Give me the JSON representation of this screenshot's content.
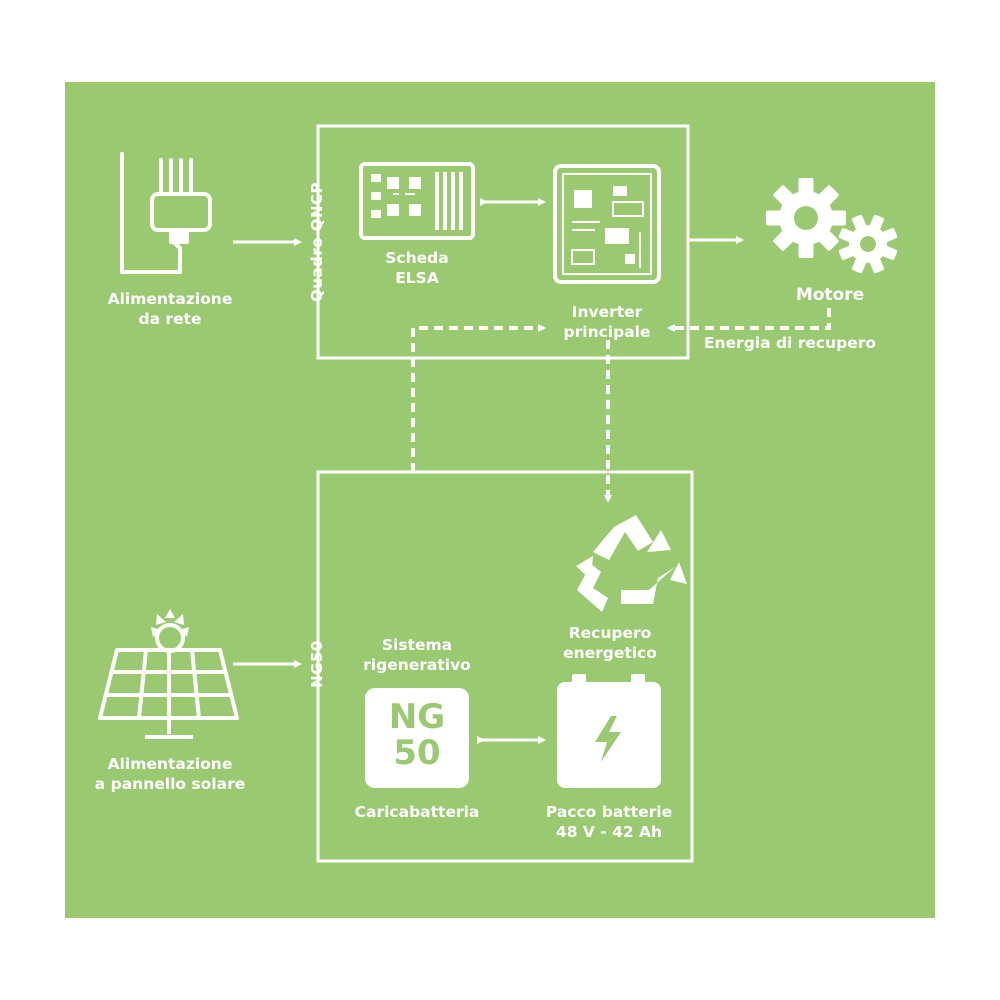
{
  "colors": {
    "background": "#9ac972",
    "line": "#ffffff"
  },
  "nodes": {
    "grid_power": {
      "line1": "Alimentazione",
      "line2": "da rete",
      "icon": "plug-icon"
    },
    "solar_power": {
      "line1": "Alimentazione",
      "line2": "a pannello solare",
      "icon": "solar-panel-icon"
    },
    "elsa_board": {
      "line1": "Scheda",
      "line2": "ELSA",
      "icon": "circuit-board-icon"
    },
    "main_inverter": {
      "line1": "Inverter",
      "line2": "principale",
      "icon": "inverter-icon"
    },
    "motor": {
      "label": "Motore",
      "icon": "gears-icon"
    },
    "energy_recovery": {
      "line1": "Recupero",
      "line2": "energetico",
      "icon": "recycle-icon"
    },
    "regen_system": {
      "line1": "Sistema",
      "line2": "rigenerativo"
    },
    "charger": {
      "label": "Caricabatteria",
      "badge_line1": "NG",
      "badge_line2": "50"
    },
    "battery_pack": {
      "line1": "Pacco batterie",
      "line2": "48 V - 42 Ah",
      "icon": "battery-icon"
    }
  },
  "groups": {
    "qncp": {
      "label": "Quadro QNCP"
    },
    "ng50": {
      "label": "NG50"
    }
  },
  "edges": {
    "recovery_energy": {
      "label": "Energia di recupero"
    }
  }
}
